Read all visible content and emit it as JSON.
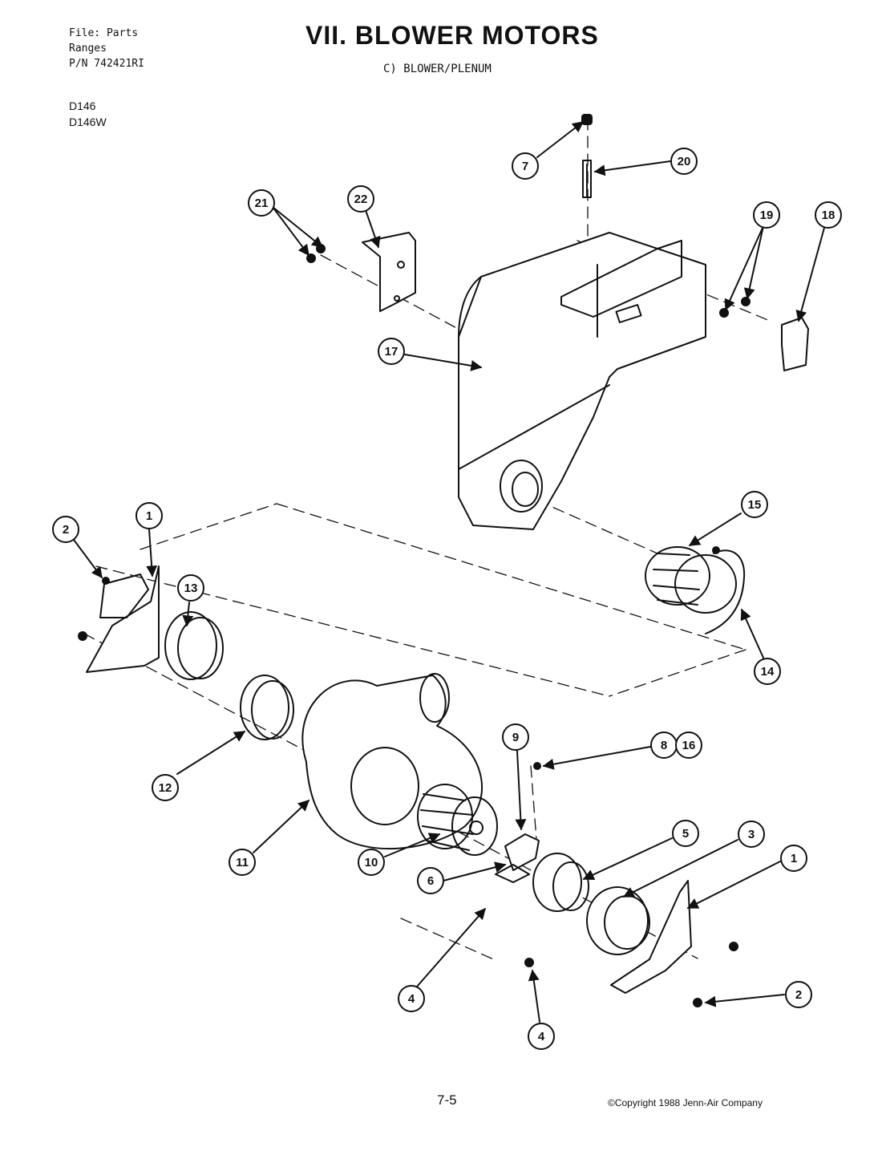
{
  "header": {
    "file_line": "File: Parts",
    "category_line": "Ranges",
    "part_number_line": "P/N 742421RI",
    "models": [
      "D146",
      "D146W"
    ],
    "title": "VII. BLOWER MOTORS",
    "subtitle": "C) BLOWER/PLENUM"
  },
  "footer": {
    "page_number": "7-5",
    "copyright": "©Copyright 1988 Jenn-Air Company"
  },
  "callouts": [
    {
      "id": "c7",
      "label": "7"
    },
    {
      "id": "c20",
      "label": "20"
    },
    {
      "id": "c21",
      "label": "21"
    },
    {
      "id": "c22",
      "label": "22"
    },
    {
      "id": "c19",
      "label": "19"
    },
    {
      "id": "c18",
      "label": "18"
    },
    {
      "id": "c17",
      "label": "17"
    },
    {
      "id": "c15",
      "label": "15"
    },
    {
      "id": "c14",
      "label": "14"
    },
    {
      "id": "c2a",
      "label": "2"
    },
    {
      "id": "c1a",
      "label": "1"
    },
    {
      "id": "c13",
      "label": "13"
    },
    {
      "id": "c12",
      "label": "12"
    },
    {
      "id": "c11",
      "label": "11"
    },
    {
      "id": "c10",
      "label": "10"
    },
    {
      "id": "c9",
      "label": "9"
    },
    {
      "id": "c8",
      "label": "8"
    },
    {
      "id": "c16",
      "label": "16"
    },
    {
      "id": "c5",
      "label": "5"
    },
    {
      "id": "c3",
      "label": "3"
    },
    {
      "id": "c1b",
      "label": "1"
    },
    {
      "id": "c6",
      "label": "6"
    },
    {
      "id": "c4a",
      "label": "4"
    },
    {
      "id": "c2b",
      "label": "2"
    },
    {
      "id": "c4b",
      "label": "4"
    }
  ]
}
